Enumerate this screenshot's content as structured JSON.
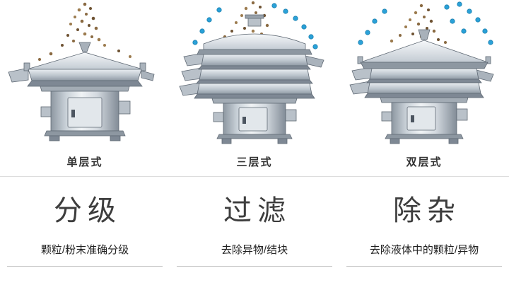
{
  "page": {
    "background": "#ffffff",
    "divider_color": "#dddddd"
  },
  "colors": {
    "particle_brown": "#8a6a42",
    "particle_brown_dark": "#6e5232",
    "particle_brown_light": "#9c7b4e",
    "particle_blue": "#2aa1d8",
    "machine_metal_light": "#eef1f4",
    "machine_metal_dark": "#8f99a4",
    "label_text": "#333333",
    "title_text": "#3d3d3d"
  },
  "columns": [
    {
      "machine_label": "单层式",
      "title": "分级",
      "description": "颗粒/粉末准确分级",
      "particle_colors": [
        "brown"
      ]
    },
    {
      "machine_label": "三层式",
      "title": "过滤",
      "description": "去除异物/结块",
      "particle_colors": [
        "brown",
        "blue"
      ]
    },
    {
      "machine_label": "双层式",
      "title": "除杂",
      "description": "去除液体中的颗粒/异物",
      "particle_colors": [
        "brown",
        "blue"
      ]
    }
  ]
}
